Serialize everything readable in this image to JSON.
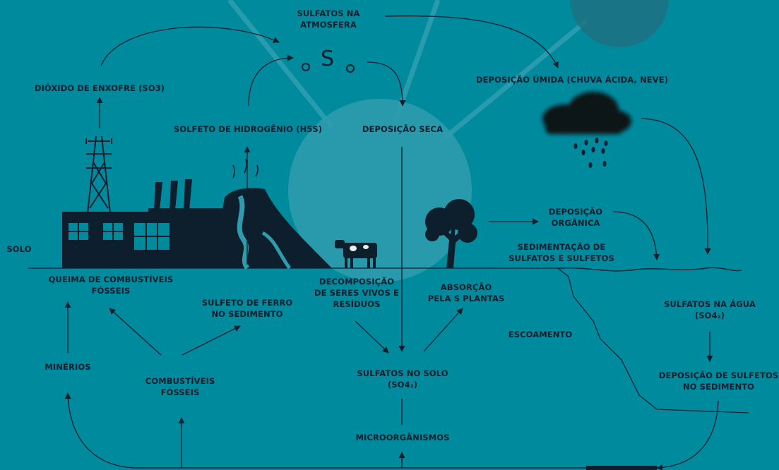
{
  "colors": {
    "background": "#008a9e",
    "ink": "#0d1f2d",
    "circle_light": "#2f9cae",
    "circle_dark": "#1f6f7f",
    "ray": "#36a1b3"
  },
  "labels": {
    "sulfatos_atmosfera": "SULFATOS NA\nATMOSFERA",
    "dioxido": "DIÓXIDO DE ENXOFRE (SO3)",
    "deposicao_umida": "DEPOSIÇÃO ÚMIDA (CHUVA ÁCIDA, NEVE)",
    "sulfeto_hidrogenio": "SOLFETO DE HIDROGÊNIO (H5S)",
    "deposicao_seca": "DEPOSIÇÃO SECA",
    "deposicao_organica": "DEPOSIÇÃO\nORGÂNICA",
    "solo": "SOLO",
    "sedimentacao": "SEDIMENTAÇÃO DE\nSULFATOS E SULFETOS",
    "queima": "QUEIMA DE COMBUSTÍVEIS\nFÓSSEIS",
    "sulfeto_ferro": "SULFETO DE FERRO\nNO SEDIMENTO",
    "decomposicao": "DECOMPOSIÇÃO\nDE SERES VIVOS E\nRESÍDUOS",
    "absorcao": "ABSORÇÃO\nPELA S PLANTAS",
    "sulfatos_agua": "SULFATOS NA ÁGUA\n(SO4₂)",
    "escoamento": "ESCOAMENTO",
    "minerios": "MINÉRIOS",
    "combustiveis": "COMBUSTÍVEIS\nFÓSSEIS",
    "sulfatos_solo": "SULFATOS NO SOLO\n(SO4₂)",
    "deposicao_sulfetos": "DEPOSIÇÃO DE SULFETOS\nNO SEDIMENTO",
    "microorganismos": "MICROORGÂNISMOS",
    "s_symbol": "S"
  },
  "icons": [
    "factory-icon",
    "power-tower-icon",
    "volcano-icon",
    "cow-icon",
    "tree-icon",
    "rain-cloud-icon",
    "sulfur-molecule-icon"
  ]
}
